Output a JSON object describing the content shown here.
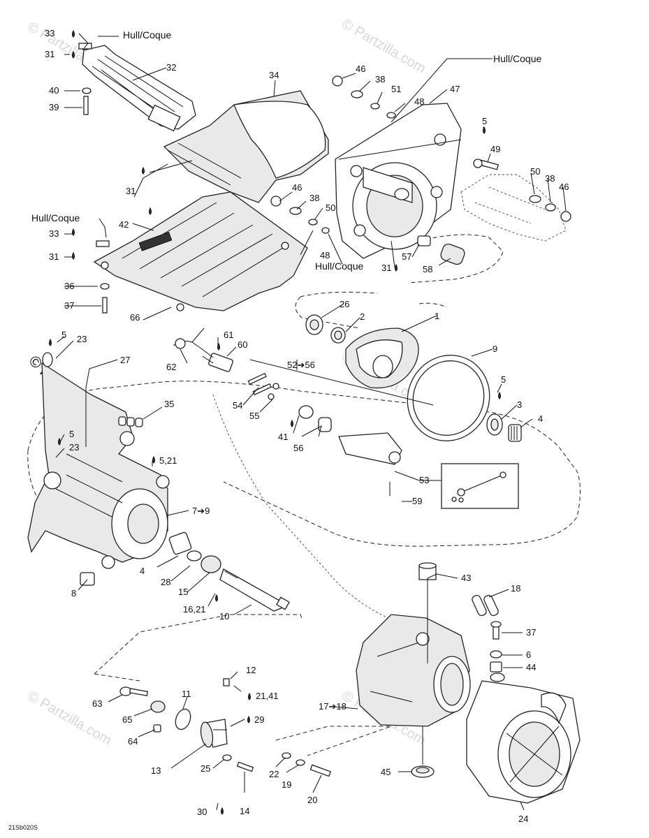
{
  "watermarks": [
    "© Partzilla.com",
    "© Partzilla.com",
    "© Partzilla.com",
    "© Partzilla.com",
    "© Partzilla.com"
  ],
  "watermark_bold": "© Partzilla.com",
  "drawing_code": "21Sb020S",
  "hull_label": "Hull/Coque",
  "callouts": {
    "c33a": "33",
    "c31a": "31",
    "c32": "32",
    "c40": "40",
    "c39": "39",
    "c34": "34",
    "c46a": "46",
    "c38a": "38",
    "c51": "51",
    "c48a": "48",
    "c47": "47",
    "c5a": "5",
    "c49": "49",
    "c50a": "50",
    "c38b": "38",
    "c46b": "46",
    "c31b": "31",
    "c46c": "46",
    "c38c": "38",
    "c50b": "50",
    "c48b": "48",
    "c33b": "33",
    "c42": "42",
    "c31c": "31",
    "c36": "36",
    "c37a": "37",
    "c66": "66",
    "c31d": "31",
    "c57": "57",
    "c58": "58",
    "c26": "26",
    "c2": "2",
    "c1": "1",
    "c9": "9",
    "c5b": "5",
    "c3": "3",
    "c4a": "4",
    "c5c": "5",
    "c23a": "23",
    "c27": "27",
    "c61": "61",
    "c60": "60",
    "c62": "62",
    "c52": "52➔56",
    "c54": "54",
    "c55": "55",
    "c35": "35",
    "c41": "41",
    "c56": "56",
    "c53": "53",
    "c59": "59",
    "c5d": "5",
    "c23b": "23",
    "c521": "5,21",
    "c79": "7➔9",
    "c4b": "4",
    "c28": "28",
    "c15": "15",
    "c1621": "16,21",
    "c10": "10",
    "c8": "8",
    "c43": "43",
    "c18": "18",
    "c37b": "37",
    "c6": "6",
    "c44": "44",
    "c12": "12",
    "c2141": "21,41",
    "c11": "11",
    "c63": "63",
    "c65": "65",
    "c29": "29",
    "c64": "64",
    "c13": "13",
    "c25": "25",
    "c30": "30",
    "c14": "14",
    "c1718": "17➔18",
    "c22": "22",
    "c19": "19",
    "c20": "20",
    "c45": "45",
    "c24": "24"
  }
}
